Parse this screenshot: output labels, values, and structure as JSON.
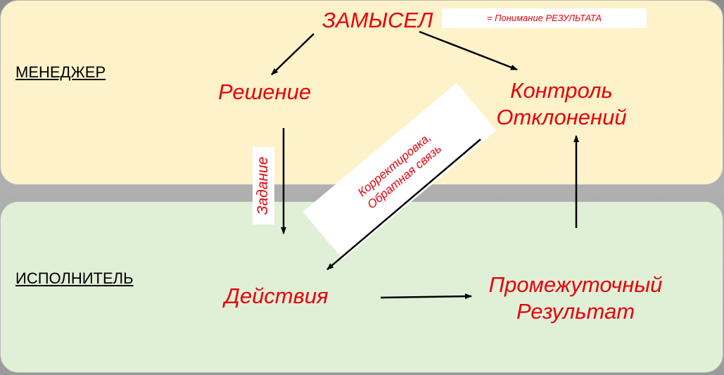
{
  "roles": {
    "manager": "МЕНЕДЖЕР",
    "executor": "ИСПОЛНИТЕЛЬ"
  },
  "nodes": {
    "idea": "ЗАМЫСЕЛ",
    "idea_note": "=  Понимание РЕЗУЛЬТАТА",
    "decision": "Решение",
    "control_line1": "Контроль",
    "control_line2": "Отклонений",
    "actions": "Действия",
    "interim_line1": "Промежуточный",
    "interim_line2": "Результат"
  },
  "edge_labels": {
    "task": "Задание",
    "feedback_line1": "Корректировка,",
    "feedback_line2": "Обратная связь"
  },
  "colors": {
    "accent_text": "#e8000b",
    "manager_band": "#fdf2c9",
    "executor_band": "#e0f0d7",
    "background": "#a0a0a0"
  }
}
